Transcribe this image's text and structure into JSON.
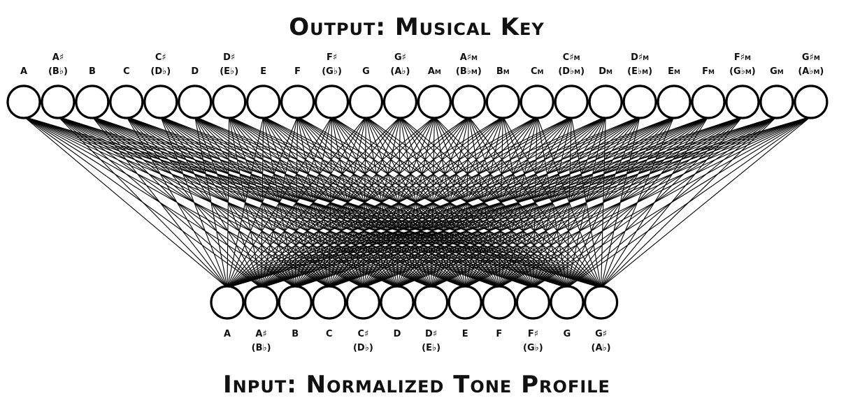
{
  "output_title": "Output: Musical Key",
  "input_title": "Input: Normalized Tone Profile",
  "output_nodes": [
    {
      "label": "A",
      "alt": ""
    },
    {
      "label": "A♯",
      "alt": "(B♭)"
    },
    {
      "label": "B",
      "alt": ""
    },
    {
      "label": "C",
      "alt": ""
    },
    {
      "label": "C♯",
      "alt": "(D♭)"
    },
    {
      "label": "D",
      "alt": ""
    },
    {
      "label": "D♯",
      "alt": "(E♭)"
    },
    {
      "label": "E",
      "alt": ""
    },
    {
      "label": "F",
      "alt": ""
    },
    {
      "label": "F♯",
      "alt": "(G♭)"
    },
    {
      "label": "G",
      "alt": ""
    },
    {
      "label": "G♯",
      "alt": "(A♭)"
    },
    {
      "label": "Am",
      "alt": ""
    },
    {
      "label": "A♯m",
      "alt": "(B♭m)"
    },
    {
      "label": "Bm",
      "alt": ""
    },
    {
      "label": "Cm",
      "alt": ""
    },
    {
      "label": "C♯m",
      "alt": "(D♭m)"
    },
    {
      "label": "Dm",
      "alt": ""
    },
    {
      "label": "D♯m",
      "alt": "(E♭m)"
    },
    {
      "label": "Em",
      "alt": ""
    },
    {
      "label": "Fm",
      "alt": ""
    },
    {
      "label": "F♯m",
      "alt": "(G♭m)"
    },
    {
      "label": "Gm",
      "alt": ""
    },
    {
      "label": "G♯m",
      "alt": "(A♭m)"
    }
  ],
  "input_nodes": [
    {
      "label": "A",
      "alt": ""
    },
    {
      "label": "A♯",
      "alt": "(B♭)"
    },
    {
      "label": "B",
      "alt": ""
    },
    {
      "label": "C",
      "alt": ""
    },
    {
      "label": "C♯",
      "alt": "(D♭)"
    },
    {
      "label": "D",
      "alt": ""
    },
    {
      "label": "D♯",
      "alt": "(E♭)"
    },
    {
      "label": "E",
      "alt": ""
    },
    {
      "label": "F",
      "alt": ""
    },
    {
      "label": "F♯",
      "alt": "(G♭)"
    },
    {
      "label": "G",
      "alt": ""
    },
    {
      "label": "G♯",
      "alt": "(A♭)"
    }
  ]
}
